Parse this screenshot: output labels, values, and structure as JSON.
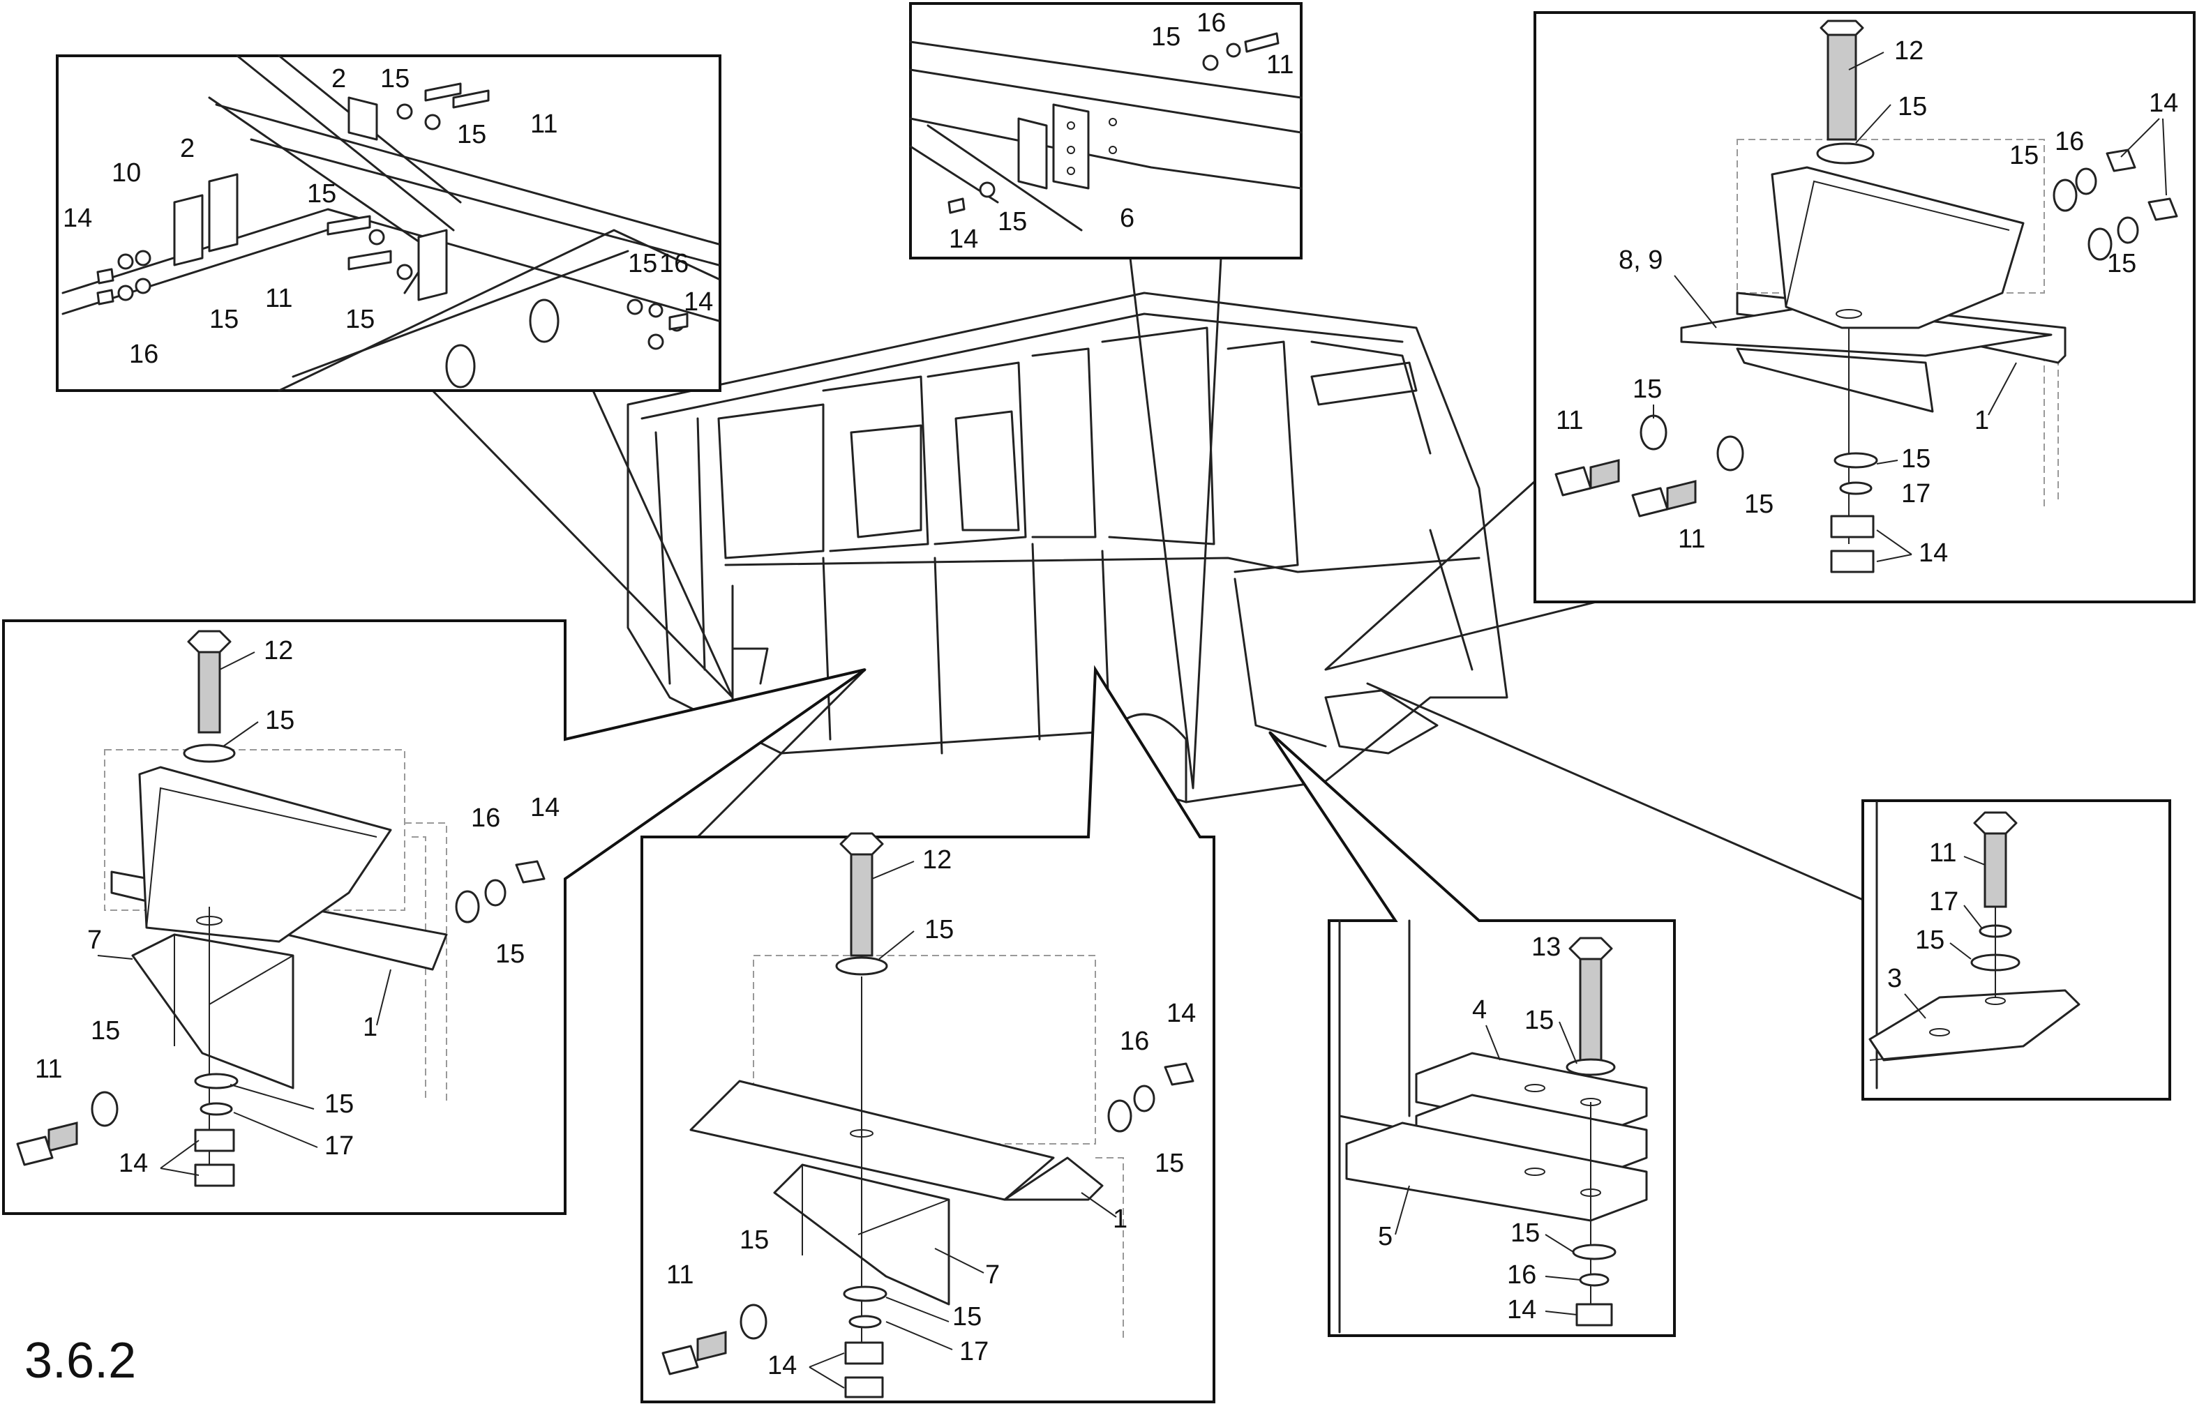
{
  "figure": {
    "number": "3.6.2"
  },
  "callouts": {
    "top_left": [
      "2",
      "15",
      "11",
      "15",
      "2",
      "10",
      "15",
      "14",
      "11",
      "15",
      "16",
      "15",
      "16",
      "14",
      "15",
      "16"
    ],
    "top_center": [
      "15",
      "16",
      "11",
      "14",
      "15",
      "6"
    ],
    "top_right": [
      "12",
      "15",
      "14",
      "15",
      "16",
      "8, 9",
      "15",
      "16",
      "1",
      "15",
      "11",
      "15",
      "15",
      "11",
      "17",
      "14"
    ],
    "mid_left": [
      "12",
      "15",
      "16",
      "14",
      "15",
      "7",
      "1",
      "11",
      "15",
      "15",
      "17",
      "14"
    ],
    "bottom_center": [
      "12",
      "15",
      "16",
      "14",
      "15",
      "1",
      "7",
      "11",
      "15",
      "15",
      "17",
      "14"
    ],
    "bottom_right": [
      "13",
      "4",
      "15",
      "5",
      "15",
      "16",
      "14"
    ],
    "right_small": [
      "11",
      "17",
      "15",
      "3"
    ]
  }
}
